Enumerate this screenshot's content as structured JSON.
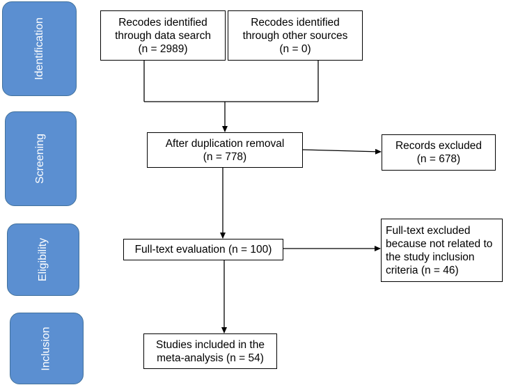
{
  "stages": {
    "identification": "Identification",
    "screening": "Screening",
    "eligibility": "Eligibility",
    "inclusion": "Inclusion"
  },
  "boxes": {
    "data_search": {
      "lines": [
        "Recodes identified",
        "through data search",
        "(n =  2989)"
      ]
    },
    "other_sources": {
      "lines": [
        "Recodes identified",
        "through other sources",
        "(n = 0)"
      ]
    },
    "duplication_removal": {
      "lines": [
        "After duplication  removal",
        "(n = 778)"
      ]
    },
    "records_excluded": {
      "lines": [
        "Records excluded",
        "(n = 678)"
      ]
    },
    "full_text_evaluation": {
      "lines": [
        "Full-text evaluation  (n = 100)"
      ]
    },
    "full_text_excluded": {
      "lines": [
        "Full-text excluded",
        "because not related to",
        "the study inclusion",
        "criteria (n = 46)"
      ]
    },
    "studies_included": {
      "lines": [
        "Studies included  in the",
        "meta-analysis (n = 54)"
      ]
    }
  },
  "colors": {
    "stage_fill": "#5b8fd1",
    "stage_border": "#41719c",
    "stage_text": "#ffffff",
    "box_border": "#000000",
    "connector": "#000000"
  }
}
